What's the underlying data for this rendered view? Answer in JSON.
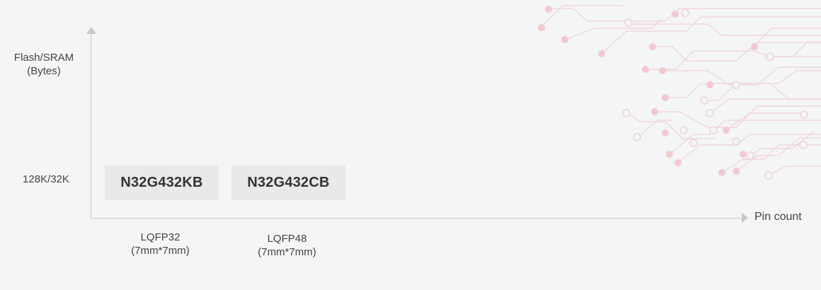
{
  "y_axis": {
    "title_line1": "Flash/SRAM",
    "title_line2": "(Bytes)",
    "ticks": [
      "128K/32K"
    ]
  },
  "x_axis": {
    "title": "Pin count"
  },
  "products": [
    {
      "name": "N32G432KB",
      "package": "LQFP32",
      "size": "(7mm*7mm)"
    },
    {
      "name": "N32G432CB",
      "package": "LQFP48",
      "size": "(7mm*7mm)"
    }
  ],
  "colors": {
    "background": "#f4f5f7",
    "axis": "#c8c8c8",
    "chip_fill": "#e9e9eb",
    "circuit_pink": "#f2c9cf"
  }
}
